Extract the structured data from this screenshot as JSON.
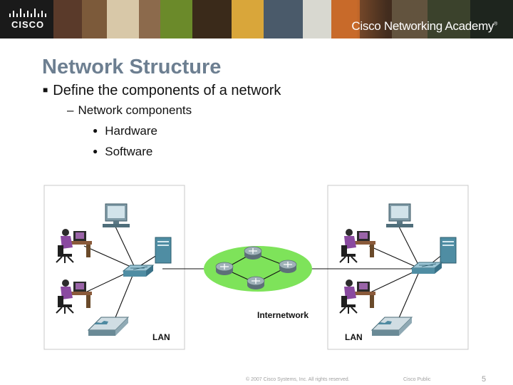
{
  "header": {
    "brand": "CISCO",
    "academy": "Cisco Networking Academy",
    "trademark": "®"
  },
  "slide": {
    "title": "Network Structure",
    "bullets": [
      {
        "text": "Define the components of a network",
        "children": [
          {
            "text": "Network components",
            "children": [
              "Hardware",
              "Software"
            ]
          }
        ]
      }
    ]
  },
  "diagram": {
    "left_lan_label": "LAN",
    "right_lan_label": "LAN",
    "internetwork_label": "Internetwork",
    "colors": {
      "cloud": "#7ee35a",
      "router": "#7c8f96",
      "device": "#4e8aa1"
    }
  },
  "footer": {
    "copyright": "© 2007 Cisco Systems, Inc. All rights reserved.",
    "classification": "Cisco Public",
    "page": "5"
  }
}
